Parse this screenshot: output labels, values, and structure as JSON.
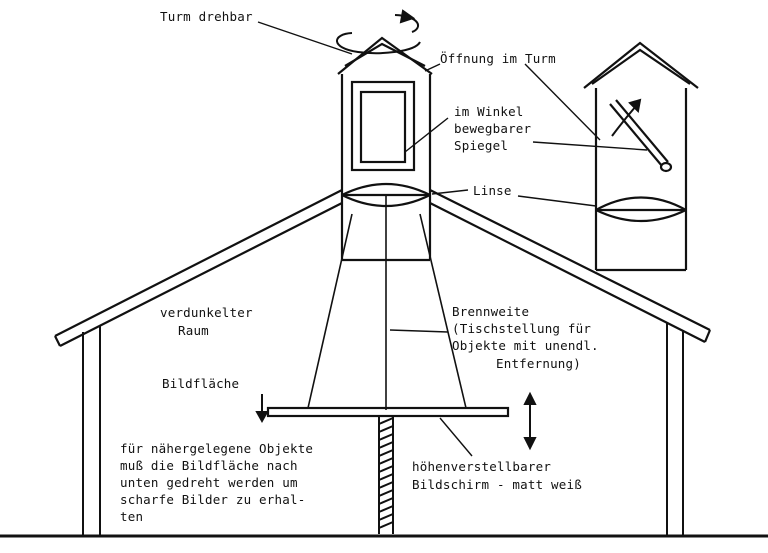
{
  "labels": {
    "turm_drehbar": "Turm drehbar",
    "oeffnung": "Öffnung im Turm",
    "spiegel_1": "im Winkel",
    "spiegel_2": "bewegbarer",
    "spiegel_3": "Spiegel",
    "linse": "Linse",
    "raum_1": "verdunkelter",
    "raum_2": "Raum",
    "brennweite_1": "Brennweite",
    "brennweite_2": "(Tischstellung für",
    "brennweite_3": "Objekte mit unendl.",
    "brennweite_4": "Entfernung)",
    "bildflaeche": "Bildfläche",
    "naeher_1": "für nähergelegene Objekte",
    "naeher_2": "muß die Bildfläche nach",
    "naeher_3": "unten gedreht werden um",
    "naeher_4": "scharfe Bilder zu erhal-",
    "naeher_5": "ten",
    "schirm_1": "höhenverstellbarer",
    "schirm_2": "Bildschirm - matt weiß"
  }
}
